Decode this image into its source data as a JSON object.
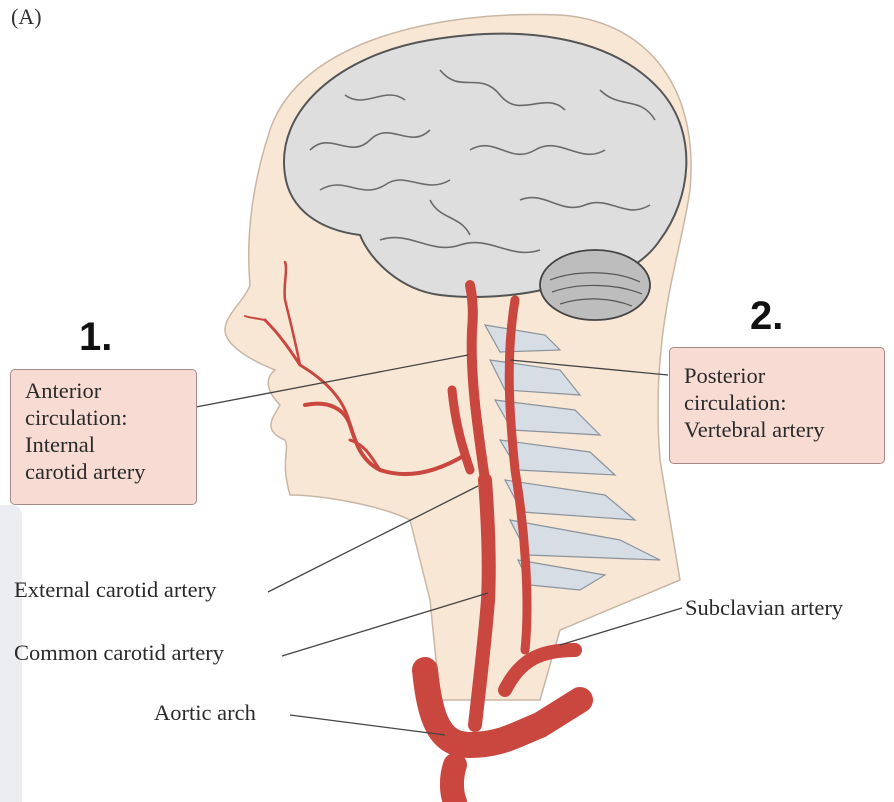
{
  "figure": {
    "panel_label": "(A)",
    "marker_1": "1.",
    "marker_2": "2.",
    "callouts": {
      "anterior": [
        "Anterior",
        "circulation:",
        "Internal",
        "carotid artery"
      ],
      "posterior": [
        "Posterior",
        "circulation:",
        "Vertebral artery"
      ]
    },
    "labels": {
      "external_carotid": "External carotid artery",
      "common_carotid": "Common carotid artery",
      "aortic_arch": "Aortic arch",
      "subclavian": "Subclavian artery"
    }
  },
  "colors": {
    "skin": "#f9e7d6",
    "brain": "#dedede",
    "artery": "#c9473f",
    "spine": "#d6dde4",
    "callout_fill": "#f8dcd4"
  }
}
